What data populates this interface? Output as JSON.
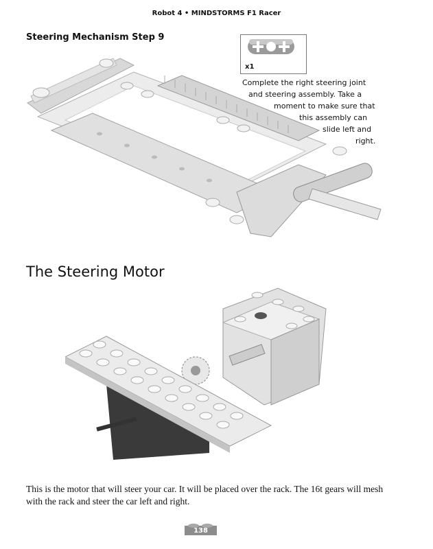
{
  "header": {
    "running_head": "Robot 4 • MINDSTORMS F1 Racer"
  },
  "step": {
    "title": "Steering Mechanism Step 9",
    "parts": [
      {
        "quantity": "x1",
        "part": "beam-3-icon"
      }
    ],
    "instruction_lines": [
      "Complete the right steering joint",
      "and steering assembly. Take a",
      "moment to make sure that",
      "this assembly can",
      "slide left and",
      "right."
    ]
  },
  "section": {
    "title": "The Steering Motor"
  },
  "body": {
    "text": "This is the motor that will steer your car. It will be placed over the rack. The 16t gears will mesh with the rack and steer the car left and right."
  },
  "footer": {
    "page_number": "138"
  }
}
